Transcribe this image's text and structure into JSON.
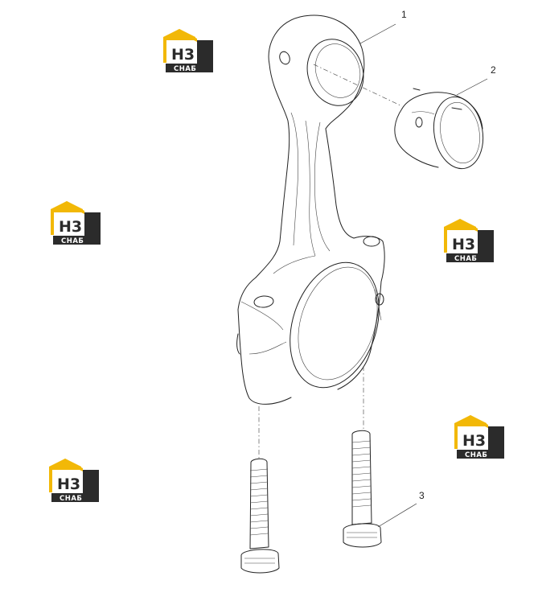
{
  "callouts": [
    {
      "id": "1",
      "text": "1"
    },
    {
      "id": "2",
      "text": "2"
    },
    {
      "id": "3",
      "text": "3"
    }
  ],
  "watermark": {
    "line1": "H3",
    "line2": "СНАБ",
    "colors": {
      "roof": "#f2b807",
      "dark": "#2b2b2b",
      "light": "#ffffff"
    }
  },
  "parts": {
    "1": "connecting-rod",
    "2": "small-end-bushing",
    "3": "connecting-rod-bolt"
  }
}
